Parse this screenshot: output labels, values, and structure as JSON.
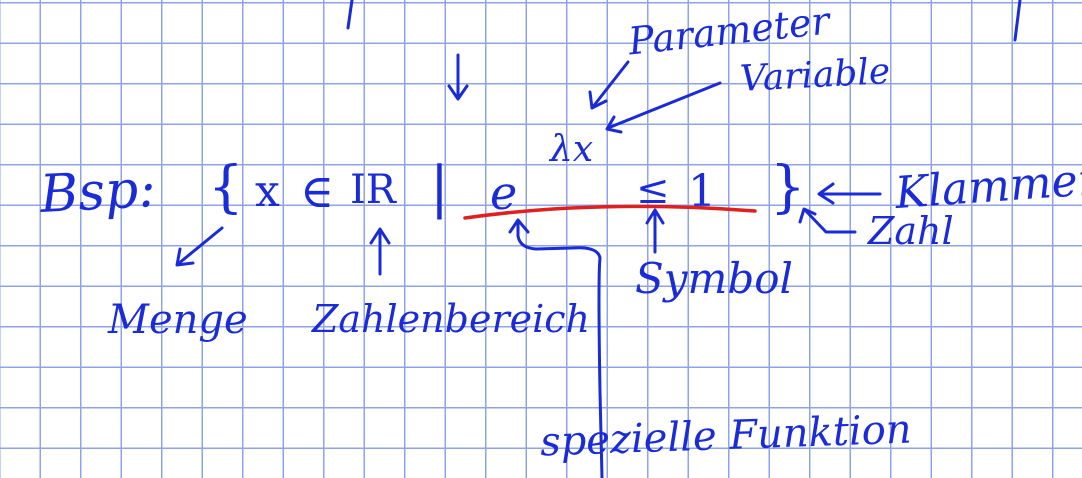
{
  "colors": {
    "ink": "#1a2bd8",
    "highlight": "#e02020",
    "grid": "#8fa3e6",
    "background": "#ffffff"
  },
  "expression": {
    "prefix": "Bsp:",
    "open_brace": "{",
    "variable": "x",
    "element_of": "∈",
    "number_set": "IR",
    "separator": "|",
    "base": "e",
    "exponent": "λx",
    "relation": "≤",
    "bound": "1",
    "close_brace": "}"
  },
  "annotations": {
    "parameter": "Parameter",
    "variable": "Variable",
    "bracket": "Klammer",
    "number": "Zahl",
    "symbol": "Symbol",
    "set": "Menge",
    "number_range": "Zahlenbereich",
    "special_function": "spezielle Funktion"
  }
}
